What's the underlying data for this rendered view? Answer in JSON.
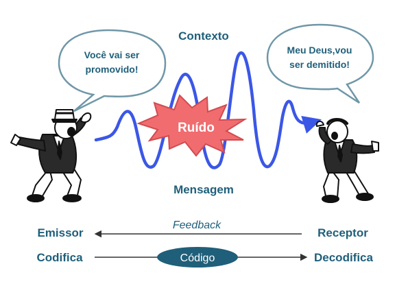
{
  "colors": {
    "teal_text": "#1f5f7a",
    "wave_blue": "#3b57e6",
    "bubble_fill": "#ffffff",
    "bubble_stroke": "#6f97a8",
    "noise_fill": "#f06c6f",
    "noise_stroke": "#d24b50",
    "noise_text": "#ffffff",
    "code_pill_fill": "#1f5f7a",
    "code_pill_text": "#ffffff",
    "arrow_color": "#333333"
  },
  "icons": {
    "sender_figure": "shouting-man-illustration",
    "receiver_figure": "surprised-man-illustration",
    "noise_burst": "explosion-burst-icon"
  },
  "labels": {
    "context": "Contexto",
    "message": "Mensagem",
    "noise": "Ruído",
    "feedback": "Feedback",
    "sender": "Emissor",
    "receiver": "Receptor",
    "encodes": "Codifica",
    "decodes": "Decodifica",
    "code": "Código"
  },
  "bubbles": {
    "left_line1": "Você vai ser",
    "left_line2": "promovido!",
    "right_line1": "Meu Deus,vou",
    "right_line2": "ser demitido!"
  }
}
